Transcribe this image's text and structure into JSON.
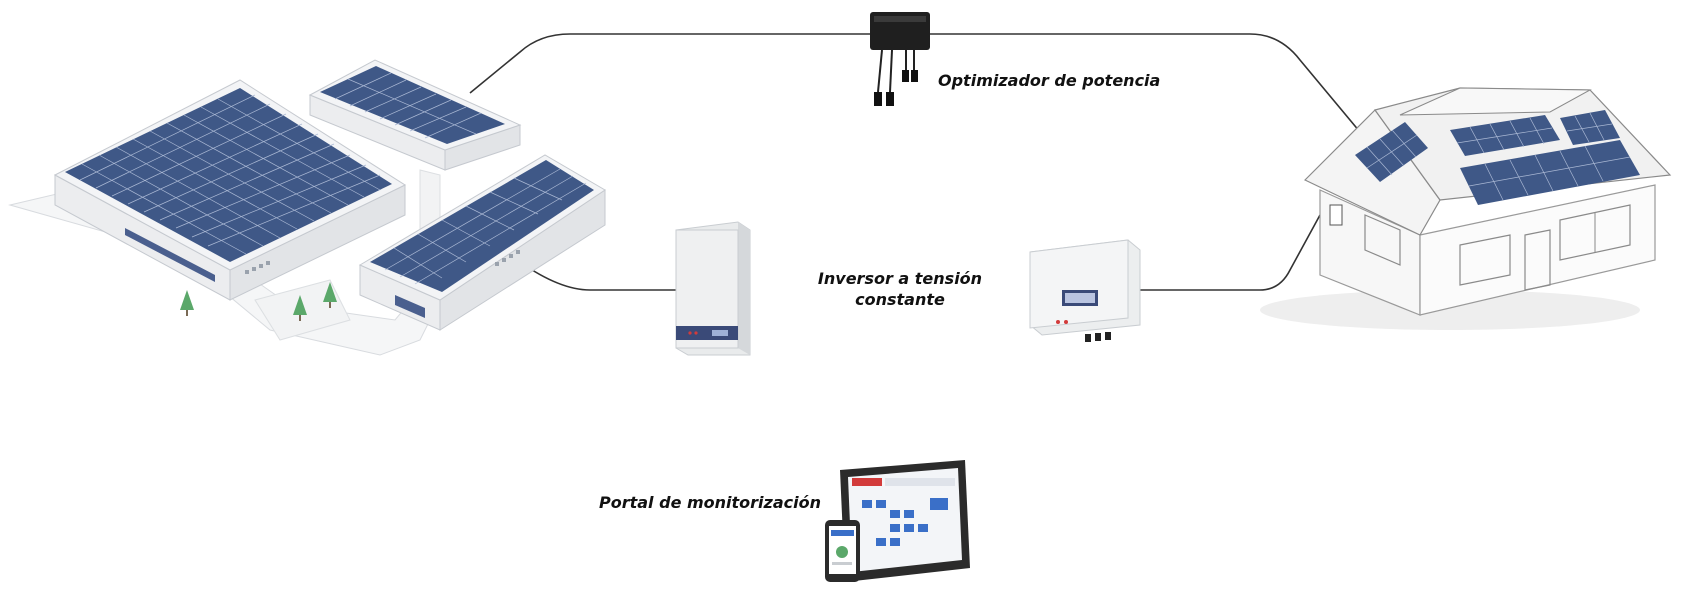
{
  "labels": {
    "optimizer": "Optimizador de potencia",
    "inverter": "Inversor a tensión constante",
    "portal": "Portal de monitorización"
  },
  "colors": {
    "panel": "#3f5887",
    "panel_grid": "#aab8d4",
    "building_wall": "#f3f4f6",
    "building_outline": "#c8ccd2",
    "cable": "#333333",
    "tree": "#5ba86a",
    "inverter_body": "#eceeef",
    "inverter_panel": "#3a4a78",
    "led_red": "#d23b3b",
    "tablet_frame": "#2b2b2b"
  },
  "icons": {
    "optimizer": "power-optimizer-icon",
    "inverter_left": "string-inverter-icon",
    "inverter_right": "display-inverter-icon",
    "commercial": "commercial-solar-building-icon",
    "house": "residential-solar-house-icon",
    "tablet": "tablet-monitoring-icon",
    "phone": "smartphone-monitoring-icon"
  }
}
